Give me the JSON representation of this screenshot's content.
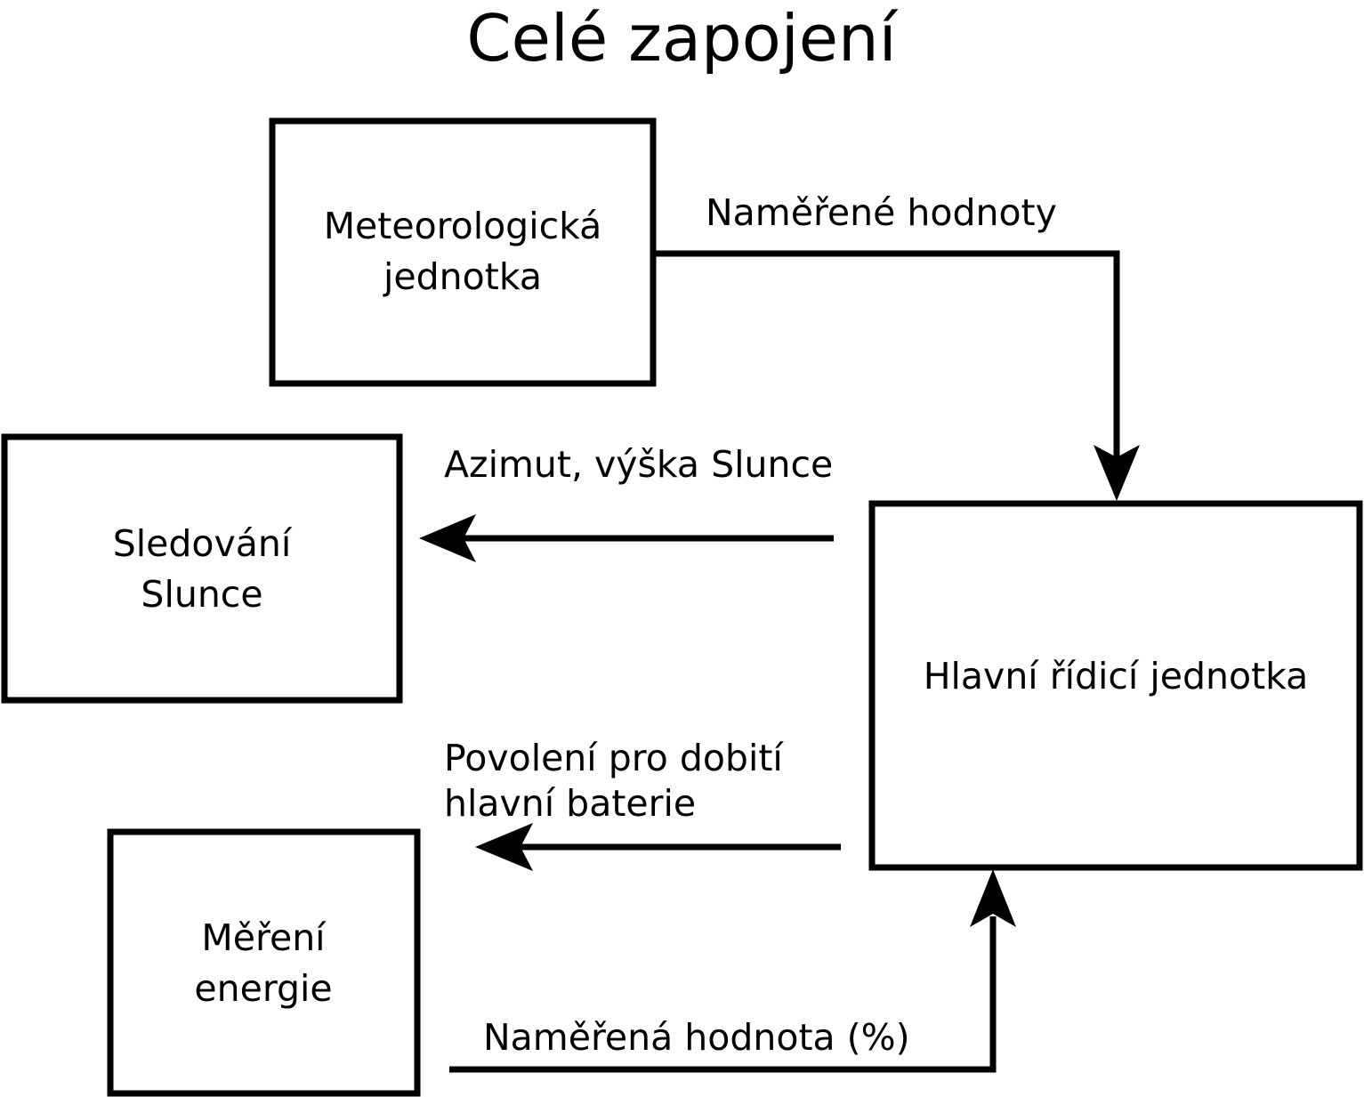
{
  "diagram": {
    "title": "Celé zapojení",
    "nodes": [
      {
        "id": "meteo",
        "name": "meteorological-unit-node",
        "lines": [
          "Meteorologická",
          "jednotka"
        ]
      },
      {
        "id": "sun",
        "name": "sun-tracking-node",
        "lines": [
          "Sledování",
          "Slunce"
        ]
      },
      {
        "id": "main",
        "name": "main-control-unit-node",
        "lines": [
          "Hlavní řídicí jednotka"
        ]
      },
      {
        "id": "energy",
        "name": "energy-measurement-node",
        "lines": [
          "Měření",
          "energie"
        ]
      }
    ],
    "edges": [
      {
        "id": "e1",
        "name": "edge-measured-values",
        "label": [
          "Naměřené hodnoty"
        ],
        "from": "meteo",
        "to": "main"
      },
      {
        "id": "e2",
        "name": "edge-azimuth-sun-elevation",
        "label": [
          "Azimut, výška Slunce"
        ],
        "from": "main",
        "to": "sun"
      },
      {
        "id": "e3",
        "name": "edge-charge-permission",
        "label": [
          "Povolení pro dobití",
          "hlavní baterie"
        ],
        "from": "main",
        "to": "energy"
      },
      {
        "id": "e4",
        "name": "edge-measured-percentage",
        "label": [
          "Naměřená hodnota (%)"
        ],
        "from": "energy",
        "to": "main"
      }
    ],
    "colors": {
      "stroke": "#000000",
      "fill": "#ffffff",
      "text": "#000000"
    }
  }
}
